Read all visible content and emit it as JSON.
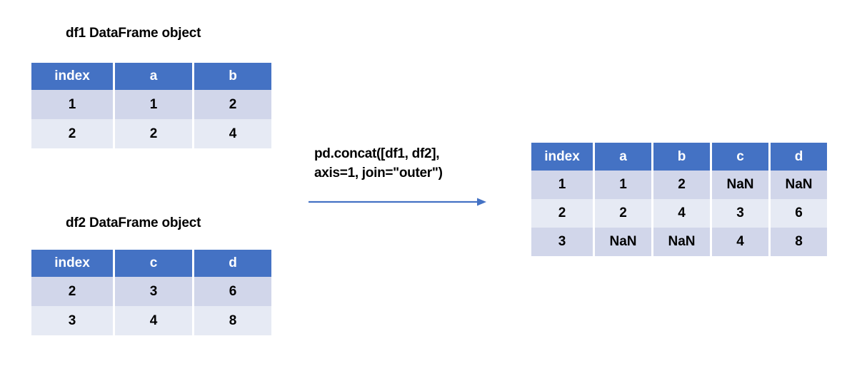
{
  "diagram": {
    "colors": {
      "header_blue": "#4472C4",
      "row_dark": "#D1D6EA",
      "row_light": "#E6EAF4",
      "arrow_blue": "#4472C4",
      "text": "#000000",
      "header_text": "#FFFFFF",
      "background": "#FFFFFF"
    },
    "source_tables": [
      {
        "title": "df1 DataFrame object",
        "columns": [
          "index",
          "a",
          "b"
        ],
        "rows": [
          [
            "1",
            "1",
            "2"
          ],
          [
            "2",
            "2",
            "4"
          ]
        ]
      },
      {
        "title": "df2 DataFrame object",
        "columns": [
          "index",
          "c",
          "d"
        ],
        "rows": [
          [
            "2",
            "3",
            "6"
          ],
          [
            "3",
            "4",
            "8"
          ]
        ]
      }
    ],
    "operation": {
      "line1": "pd.concat([df1, df2],",
      "line2": "axis=1, join=\"outer\")",
      "arrow_direction": "right"
    },
    "result_table": {
      "columns": [
        "index",
        "a",
        "b",
        "c",
        "d"
      ],
      "rows": [
        [
          "1",
          "1",
          "2",
          "NaN",
          "NaN"
        ],
        [
          "2",
          "2",
          "4",
          "3",
          "6"
        ],
        [
          "3",
          "NaN",
          "NaN",
          "4",
          "8"
        ]
      ]
    }
  }
}
